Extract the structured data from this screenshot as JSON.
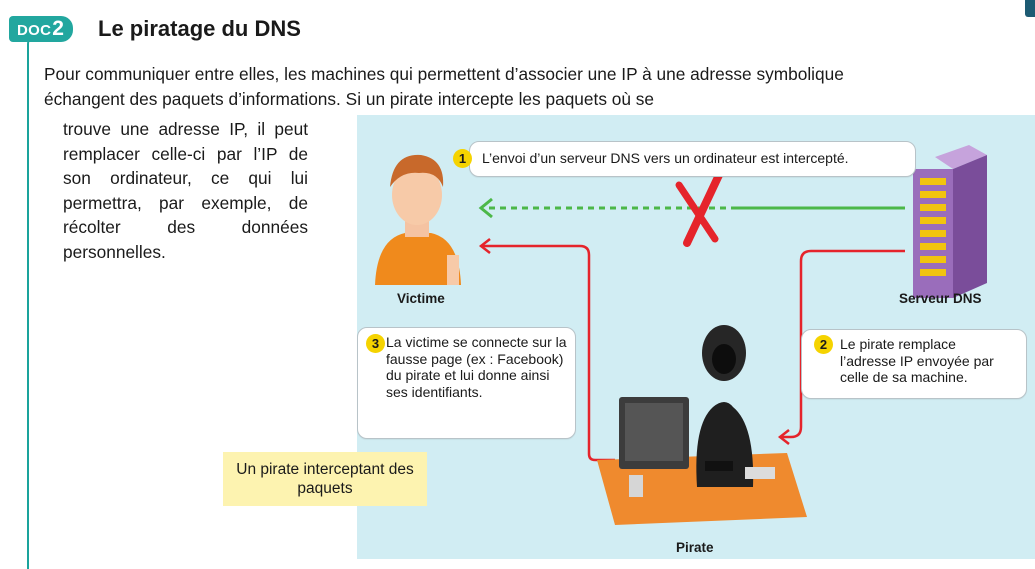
{
  "header": {
    "badge_word": "DOC",
    "badge_number": "2",
    "title": "Le piratage du DNS"
  },
  "body_text": {
    "line_1": "Pour communiquer entre elles, les machines qui permettent d’associer une IP à une adresse symbolique échangent des paquets d’informations. Si un pirate intercepte les paquets où se",
    "line_2": "trouve une adresse IP, il peut remplacer celle-ci par l’IP de son ordinateur, ce qui lui permettra, par exemple, de récolter des données personnelles."
  },
  "diagram": {
    "nodes": {
      "victim": "Victime",
      "server": "Serveur DNS",
      "pirate": "Pirate"
    },
    "steps": [
      {
        "number": "1",
        "text": "L’envoi d’un serveur DNS vers un ordinateur est intercepté."
      },
      {
        "number": "2",
        "text": "Le pirate remplace l’adresse IP envoyée par celle de sa machine."
      },
      {
        "number": "3",
        "text": "La victime se connecte sur la fausse page (ex : Facebook) du pirate et lui donne ainsi ses identifiants."
      }
    ],
    "colors": {
      "background": "#d1edf3",
      "green_link": "#4cb848",
      "red_link": "#e5242b",
      "step_badge": "#f5d300",
      "accent": "#22a79f"
    }
  },
  "caption": "Un pirate interceptant des paquets"
}
